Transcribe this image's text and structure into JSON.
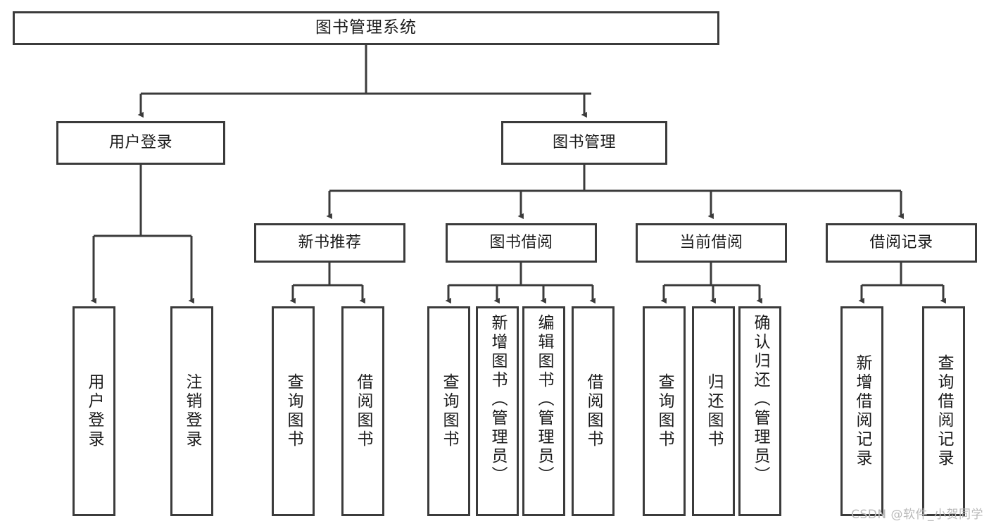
{
  "diagram": {
    "title": "图书管理系统",
    "type": "tree-hierarchy-chart",
    "watermark": "CSDN @软件_小贺同学",
    "colors": {
      "border": "#3b3b3b",
      "fill": "#ffffff",
      "text": "#1b1b1b",
      "edge": "#3b3b3b",
      "watermark": "#b9b9b9",
      "background": "#ffffff"
    },
    "levels": {
      "level1": [
        "图书管理系统"
      ],
      "level2": [
        "用户登录",
        "图书管理"
      ],
      "level3": [
        "新书推荐",
        "图书借阅",
        "当前借阅",
        "借阅记录"
      ],
      "level4": [
        "用户登录",
        "注销登录",
        "查询图书",
        "借阅图书",
        "查询图书",
        "新增图书（管理员）",
        "编辑图书（管理员）",
        "借阅图书",
        "查询图书",
        "归还图书",
        "确认归还（管理员）",
        "新增借阅记录",
        "查询借阅记录"
      ]
    }
  },
  "nodes": {
    "root": {
      "label": "图书管理系统"
    },
    "user_login": {
      "label": "用户登录"
    },
    "book_manage": {
      "label": "图书管理"
    },
    "new_book_rec": {
      "label": "新书推荐"
    },
    "book_borrow": {
      "label": "图书借阅"
    },
    "current_borrow": {
      "label": "当前借阅"
    },
    "borrow_record": {
      "label": "借阅记录"
    },
    "leaf_user_login": {
      "label": "用户登录"
    },
    "leaf_logout": {
      "label": "注销登录"
    },
    "leaf_query_book_a": {
      "label": "查询图书"
    },
    "leaf_borrow_book_a": {
      "label": "借阅图书"
    },
    "leaf_query_book_b": {
      "label": "查询图书"
    },
    "leaf_add_book": {
      "label": "新增图书（管理员）"
    },
    "leaf_edit_book": {
      "label": "编辑图书（管理员）"
    },
    "leaf_borrow_book_b": {
      "label": "借阅图书"
    },
    "leaf_query_book_c": {
      "label": "查询图书"
    },
    "leaf_return_book": {
      "label": "归还图书"
    },
    "leaf_confirm_return": {
      "label": "确认归还（管理员）"
    },
    "leaf_add_record": {
      "label": "新增借阅记录"
    },
    "leaf_query_record": {
      "label": "查询借阅记录"
    }
  }
}
